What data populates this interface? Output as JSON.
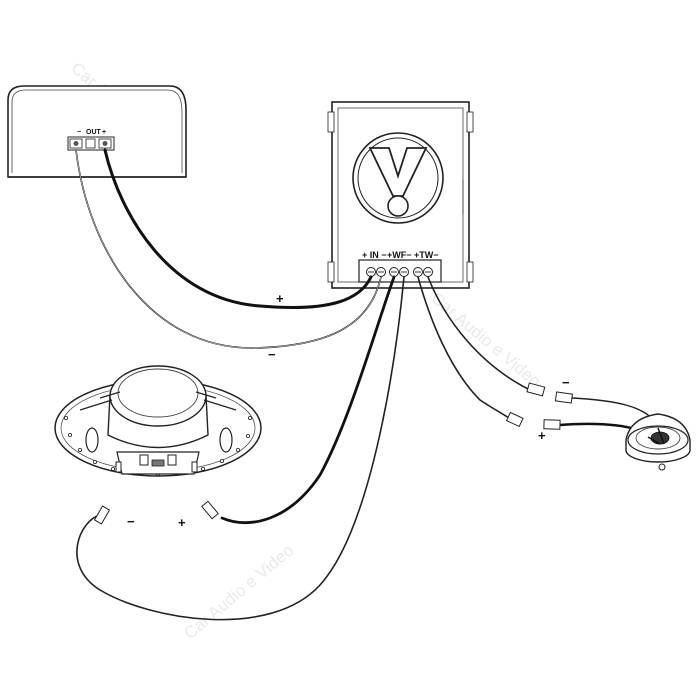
{
  "amplifier": {
    "out_label": "OUT",
    "minus": "−",
    "plus": "+"
  },
  "crossover": {
    "in_label": "+ IN −",
    "wf_label": "+WF−",
    "tw_label": "+TW−"
  },
  "wire_labels": {
    "amp_plus": "+",
    "amp_minus": "−",
    "woofer_minus": "−",
    "woofer_plus": "+",
    "tweeter_minus": "−",
    "tweeter_plus": "+"
  },
  "watermark": [
    "Car Audio e Video",
    "Car Audio e Video",
    "Car Audio e Video"
  ]
}
